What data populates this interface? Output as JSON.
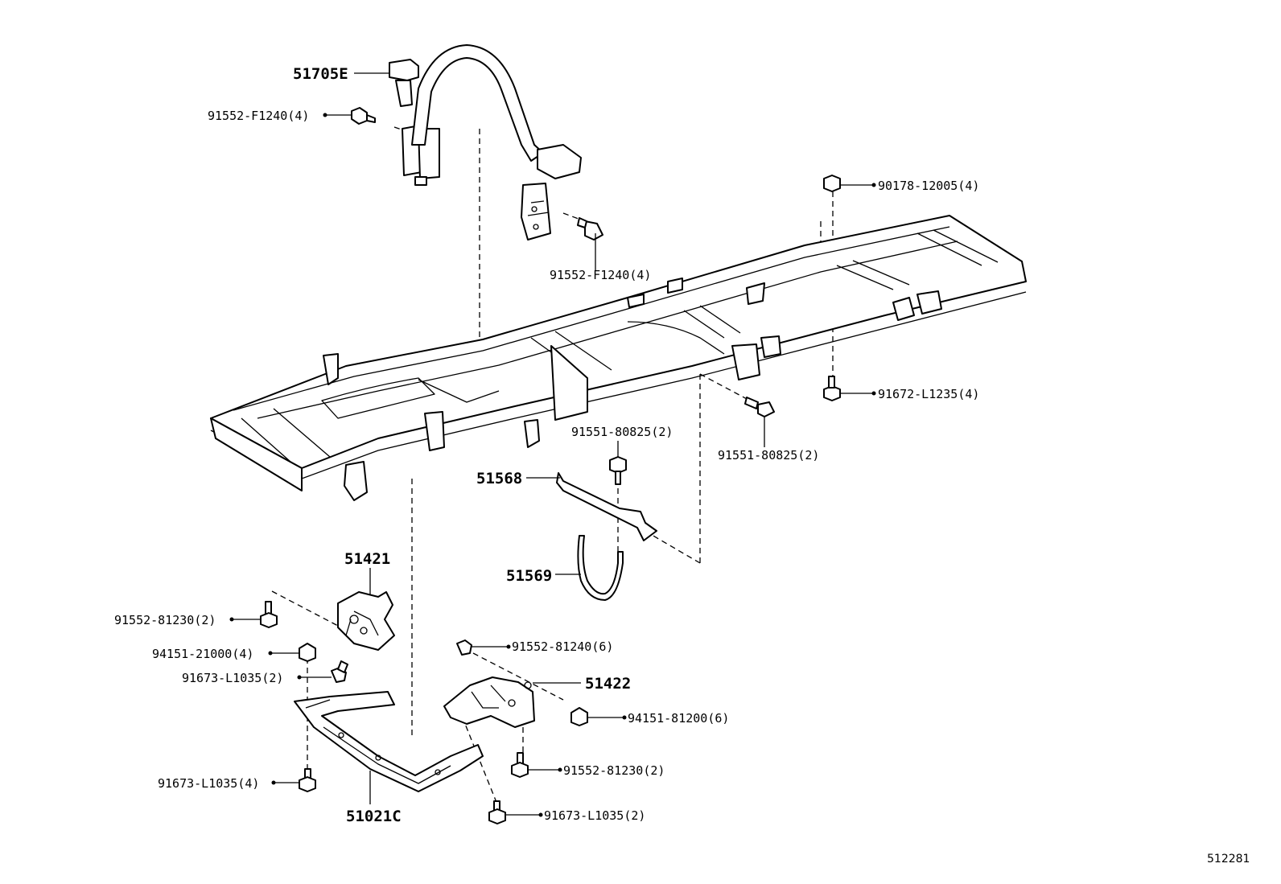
{
  "callouts": [
    {
      "id": "c-51705E",
      "text": "51705E"
    },
    {
      "id": "c-91552-F1240-a",
      "text": "91552-F1240(4)"
    },
    {
      "id": "c-91552-F1240-b",
      "text": "91552-F1240(4)"
    },
    {
      "id": "c-90178-12005",
      "text": "90178-12005(4)"
    },
    {
      "id": "c-91672-L1235",
      "text": "91672-L1235(4)"
    },
    {
      "id": "c-91551-80825-a",
      "text": "91551-80825(2)"
    },
    {
      "id": "c-91551-80825-b",
      "text": "91551-80825(2)"
    },
    {
      "id": "c-51568",
      "text": "51568"
    },
    {
      "id": "c-51569",
      "text": "51569"
    },
    {
      "id": "c-51421",
      "text": "51421"
    },
    {
      "id": "c-91552-81230-a",
      "text": "91552-81230(2)"
    },
    {
      "id": "c-94151-21000",
      "text": "94151-21000(4)"
    },
    {
      "id": "c-91673-L1035-a",
      "text": "91673-L1035(2)"
    },
    {
      "id": "c-91552-81240",
      "text": "91552-81240(6)"
    },
    {
      "id": "c-51422",
      "text": "51422"
    },
    {
      "id": "c-94151-81200",
      "text": "94151-81200(6)"
    },
    {
      "id": "c-91552-81230-b",
      "text": "91552-81230(2)"
    },
    {
      "id": "c-91673-L1035-b",
      "text": "91673-L1035(4)"
    },
    {
      "id": "c-51021C",
      "text": "51021C"
    },
    {
      "id": "c-91673-L1035-c",
      "text": "91673-L1035(2)"
    }
  ],
  "diagram_id": "512281"
}
